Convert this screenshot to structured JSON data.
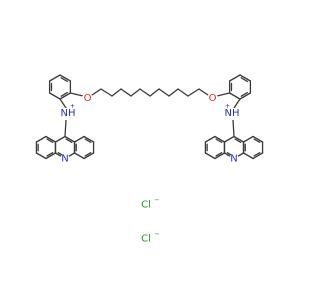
{
  "colors": {
    "bond": "#3a3a3a",
    "oxygen": "#e0281c",
    "nitrogen": "#2430d0",
    "chlorine": "#1c9a1c"
  },
  "labels": {
    "oxygen": "O",
    "nh": "NH",
    "plus": "+",
    "ring_n": "N",
    "chloride": "Cl",
    "minus": "−"
  }
}
